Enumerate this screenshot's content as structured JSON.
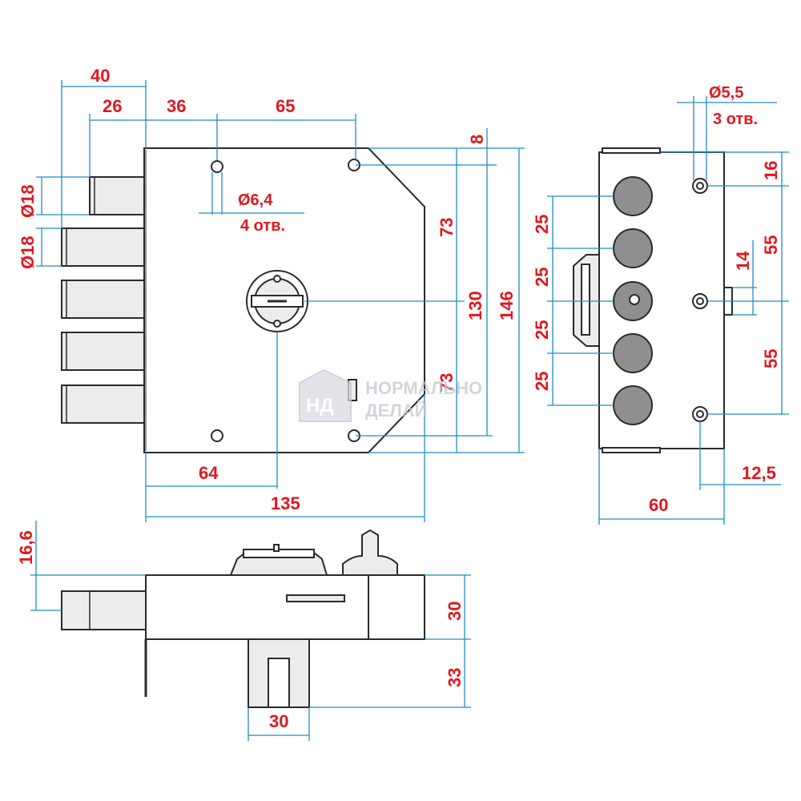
{
  "front_view": {
    "dim_40": "40",
    "dim_26": "26",
    "dim_36": "36",
    "dim_65": "65",
    "dim_8": "8",
    "dim_d18_top": "Ø18",
    "dim_d18_bottom": "Ø18",
    "hole_dia": "Ø6,4",
    "hole_count": "4 отв.",
    "dim_73_top": "73",
    "dim_73_bottom": "73",
    "dim_130": "130",
    "dim_146": "146",
    "dim_64": "64",
    "dim_135": "135"
  },
  "side_view": {
    "hole_dia": "Ø5,5",
    "hole_count": "3 отв.",
    "dim_16": "16",
    "dim_55_top": "55",
    "dim_14": "14",
    "dim_55_bottom": "55",
    "pitch_1": "25",
    "pitch_2": "25",
    "pitch_3": "25",
    "pitch_4": "25",
    "dim_12_5": "12,5",
    "dim_60": "60"
  },
  "top_view": {
    "dim_16_6": "16,6",
    "dim_30_height": "30",
    "dim_33": "33",
    "dim_30_width": "30"
  },
  "watermark": {
    "logo_letters": "НД",
    "line_1": "НОРМАЛЬНО",
    "line_2": "ДЕЛАЙ"
  }
}
